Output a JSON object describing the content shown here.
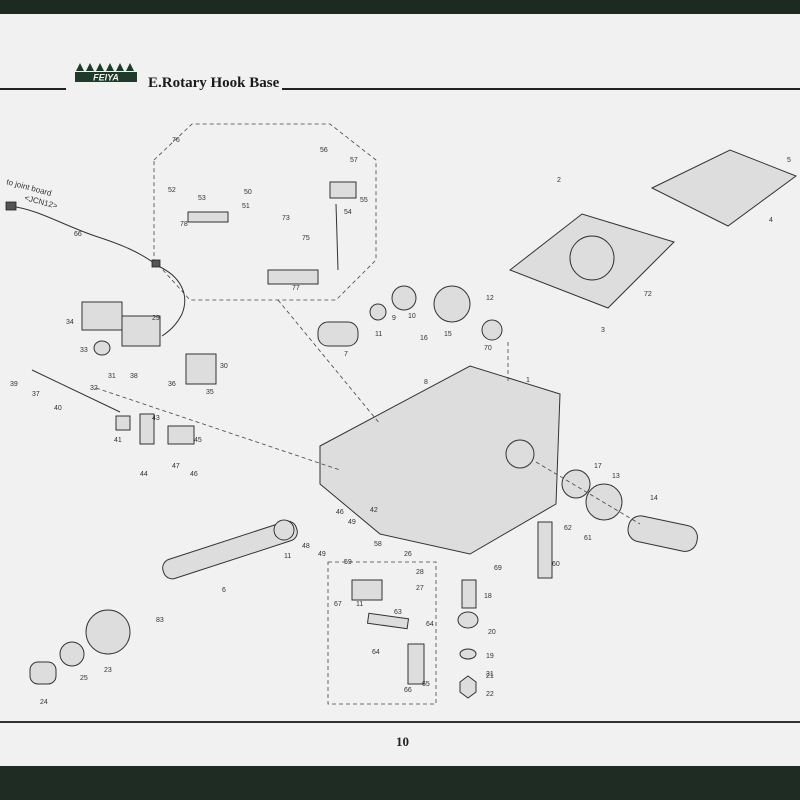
{
  "header": {
    "brand": "FEIYA",
    "title": "E.Rotary Hook Base"
  },
  "connector_note": {
    "line1": "to joint board",
    "line2": "<JCN12>"
  },
  "part_numbers": [
    "1",
    "2",
    "3",
    "4",
    "5",
    "6",
    "7",
    "8",
    "9",
    "10",
    "11",
    "11",
    "11",
    "12",
    "13",
    "14",
    "15",
    "16",
    "17",
    "18",
    "19",
    "20",
    "21",
    "22",
    "23",
    "24",
    "25",
    "26",
    "27",
    "28",
    "29",
    "30",
    "31",
    "31",
    "32",
    "33",
    "34",
    "35",
    "36",
    "37",
    "38",
    "39",
    "40",
    "41",
    "42",
    "43",
    "44",
    "45",
    "46",
    "46",
    "47",
    "48",
    "49",
    "49",
    "50",
    "51",
    "52",
    "53",
    "54",
    "55",
    "56",
    "57",
    "58",
    "59",
    "60",
    "61",
    "62",
    "63",
    "64",
    "64",
    "65",
    "66",
    "66",
    "67",
    "69",
    "70",
    "72",
    "73",
    "75",
    "76",
    "77",
    "78",
    "83"
  ],
  "page_number": "10"
}
